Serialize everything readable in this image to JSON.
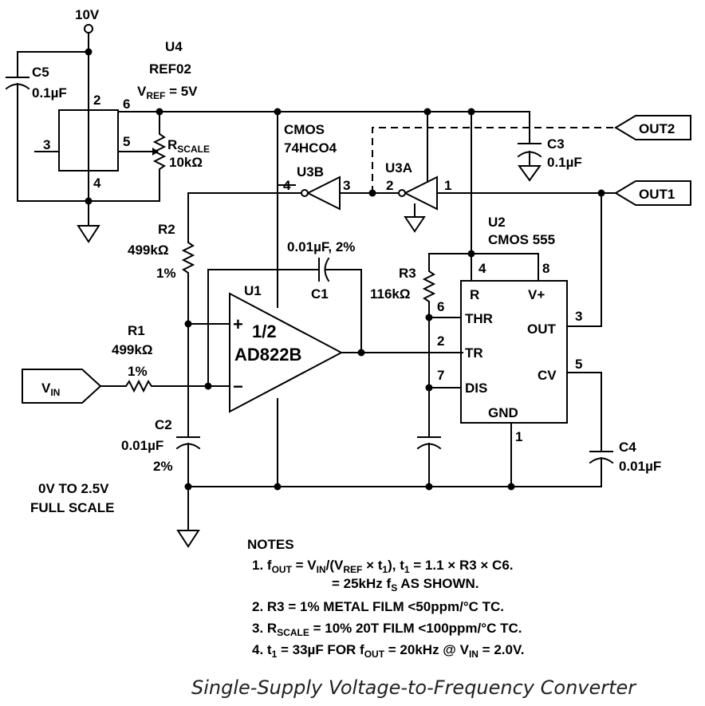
{
  "supply": {
    "voltage": "10V"
  },
  "u4": {
    "ref": "U4",
    "part": "REF02",
    "vref_main": "V",
    "vref_sub": "REF",
    "vref_val": " = 5V",
    "pin2": "2",
    "pin3": "3",
    "pin4": "4",
    "pin5": "5",
    "pin6": "6"
  },
  "c5": {
    "ref": "C5",
    "value": "0.1µF"
  },
  "rscale": {
    "ref_main": "R",
    "ref_sub": "SCALE",
    "value": "10kΩ"
  },
  "u3": {
    "family": "CMOS",
    "part": "74HCO4",
    "a_ref": "U3A",
    "b_ref": "U3B",
    "b_in": "3",
    "b_out": "4",
    "a_in": "2",
    "a_out": "1"
  },
  "c3": {
    "ref": "C3",
    "value": "0.1µF"
  },
  "outputs": {
    "out1": "OUT1",
    "out2": "OUT2"
  },
  "r2": {
    "ref": "R2",
    "value": "499kΩ",
    "tol": "1%"
  },
  "c1": {
    "value": "0.01µF, 2%",
    "ref": "C1"
  },
  "u1": {
    "ref": "U1",
    "frac": "1/2",
    "part": "AD822B",
    "plus": "+",
    "minus": "−"
  },
  "r1": {
    "ref": "R1",
    "value": "499kΩ",
    "tol": "1%"
  },
  "vin": {
    "main": "V",
    "sub": "IN"
  },
  "c2": {
    "ref": "C2",
    "value": "0.01µF",
    "tol": "2%"
  },
  "range": {
    "line1": "0V TO 2.5V",
    "line2": "FULL SCALE"
  },
  "u2": {
    "ref": "U2",
    "part": "CMOS 555",
    "r": "R",
    "vplus": "V+",
    "thr": "THR",
    "out": "OUT",
    "tr": "TR",
    "cv": "CV",
    "dis": "DIS",
    "gnd": "GND",
    "pin4": "4",
    "pin8": "8",
    "pin6": "6",
    "pin3": "3",
    "pin2": "2",
    "pin5": "5",
    "pin7": "7",
    "pin1": "1"
  },
  "r3": {
    "ref": "R3",
    "value": "116kΩ"
  },
  "c4": {
    "ref": "C4",
    "value": "0.01µF"
  },
  "notes": {
    "title": "NOTES",
    "n1a": {
      "a": "1. f",
      "b": "OUT",
      "c": " = V",
      "d": "IN",
      "e": "/(V",
      "f": "REF",
      "g": " × t",
      "h": "1",
      "i": "), t",
      "j": "1",
      "k": " = 1.1 × R3 × C6."
    },
    "n1b": {
      "a": "= 25kHz f",
      "b": "S",
      "c": " AS SHOWN."
    },
    "n2": "2. R3 = 1% METAL FILM <50ppm/°C TC.",
    "n3": {
      "a": "3. R",
      "b": "SCALE",
      "c": " = 10% 20T FILM <100ppm/°C TC."
    },
    "n4": {
      "a": "4. t",
      "b": "1",
      "c": " = 33µF FOR f",
      "d": "OUT",
      "e": " = 20kHz @ V",
      "f": "IN",
      "g": " = 2.0V."
    }
  },
  "caption": "Single-Supply Voltage-to-Frequency Converter"
}
